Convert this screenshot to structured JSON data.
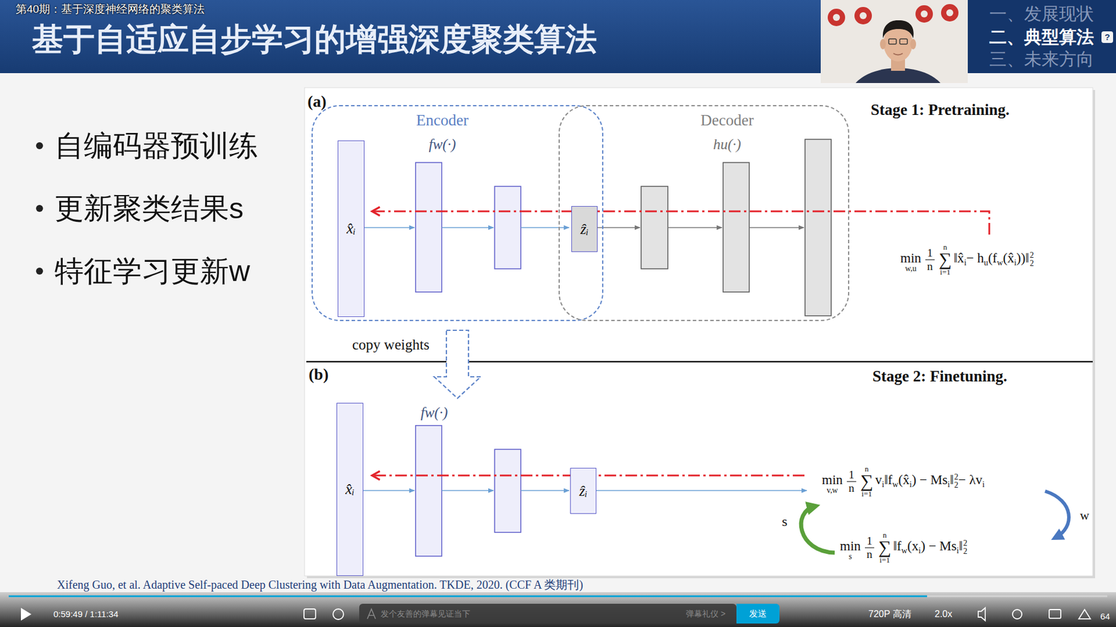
{
  "diagram": {
    "title": "基于自适应自步学习的增强深度聚类算法",
    "caption": "Xifeng Guo, et al. Adaptive Self-paced Deep Clustering with Data Augmentation. TKDE, 2020. (CCF A 类期刊)",
    "nodes": [
      {
        "text": [
          "Encoder",
          "fw(·)"
        ]
      },
      {
        "text": [
          "x̂ᵢ"
        ],
        "in": 0
      },
      {
        "text": [
          "ẑᵢ"
        ],
        "in": 0
      },
      {
        "text": [
          "Decoder",
          "hu(·)"
        ]
      },
      {
        "text": [
          "x̂ᵢ"
        ]
      },
      {
        "text": [
          "ẑᵢ"
        ]
      }
    ],
    "labels": [
      "第40期：基于深度神经网络的聚类算法",
      "?",
      "一、发展现状",
      "二、典型算法",
      "三、未来方向",
      "自编码器预训练",
      "更新聚类结果s",
      "特征学习更新w",
      "(a)",
      "Stage 1: Pretraining.",
      "min",
      "w,u",
      "1",
      "n",
      "n",
      "∑",
      "i=1",
      "‖x̂",
      "i",
      "− h",
      "u",
      "(f",
      "w",
      "(x̂",
      "i",
      "))‖",
      "2",
      "2",
      "copy weights",
      "(b)",
      "Stage 2: Finetuning.",
      "fw(·)",
      "min",
      "v,w",
      "1",
      "n",
      "n",
      "∑",
      "i=1",
      "v",
      "i",
      "‖f",
      "w",
      "(x̂",
      "i",
      ") − Ms",
      "i",
      "‖",
      "2",
      "2",
      "− λv",
      "i",
      "w",
      "s",
      "min",
      "s",
      "1",
      "n",
      "n",
      "∑",
      "i=1",
      "‖f",
      "w",
      "(x",
      "i",
      ") − Ms",
      "i",
      "‖",
      "2",
      "2",
      "0:59:49 / 1:11:34",
      "发个友善的弹幕见证当下",
      "弹幕礼仪 >",
      "发送",
      "720P 高清",
      "2.0x",
      "64"
    ]
  }
}
